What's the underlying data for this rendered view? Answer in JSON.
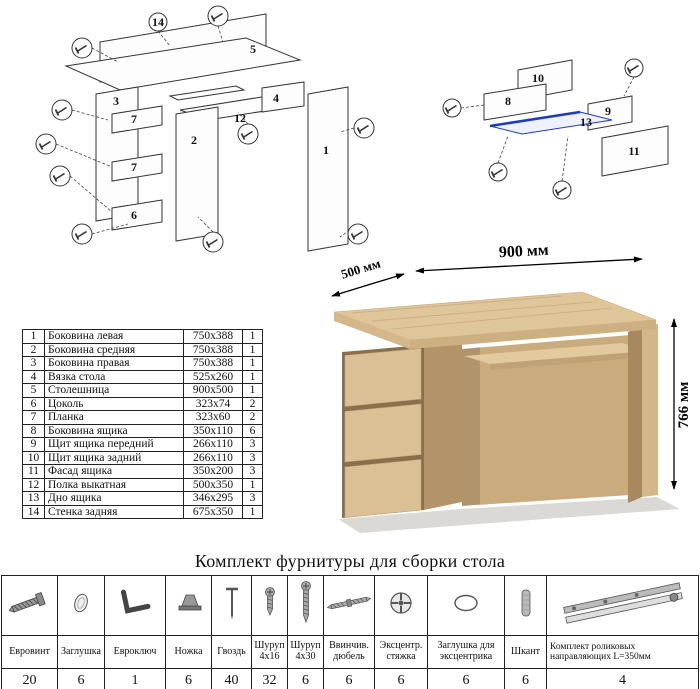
{
  "kit_title": "Комплект фурнитуры для сборки стола",
  "desk": {
    "width": "900 мм",
    "depth": "500 мм",
    "height": "766 мм"
  },
  "diagram_left": {
    "n14": "14",
    "n5": "5",
    "n12": "12",
    "n4": "4",
    "n3": "3",
    "n7a": "7",
    "n7b": "7",
    "n6": "6",
    "n2": "2",
    "n1": "1"
  },
  "diagram_right": {
    "n10": "10",
    "n8": "8",
    "n9": "9",
    "n13": "13",
    "n11": "11"
  },
  "parts": {
    "rows": [
      {
        "n": "1",
        "name": "Боковина левая",
        "size": "750x388",
        "qty": "1"
      },
      {
        "n": "2",
        "name": "Боковина средняя",
        "size": "750x388",
        "qty": "1"
      },
      {
        "n": "3",
        "name": "Боковина правая",
        "size": "750x388",
        "qty": "1"
      },
      {
        "n": "4",
        "name": "Вязка стола",
        "size": "525x260",
        "qty": "1"
      },
      {
        "n": "5",
        "name": "Столешница",
        "size": "900x500",
        "qty": "1"
      },
      {
        "n": "6",
        "name": "Цоколь",
        "size": "323x74",
        "qty": "2"
      },
      {
        "n": "7",
        "name": "Планка",
        "size": "323x60",
        "qty": "2"
      },
      {
        "n": "8",
        "name": "Боковина ящика",
        "size": "350x110",
        "qty": "6"
      },
      {
        "n": "9",
        "name": "Щит ящика передний",
        "size": "266x110",
        "qty": "3"
      },
      {
        "n": "10",
        "name": "Щит ящика задний",
        "size": "266x110",
        "qty": "3"
      },
      {
        "n": "11",
        "name": "Фасад ящика",
        "size": "350x200",
        "qty": "3"
      },
      {
        "n": "12",
        "name": "Полка выкатная",
        "size": "500x350",
        "qty": "1"
      },
      {
        "n": "13",
        "name": "Дно ящика",
        "size": "346x295",
        "qty": "3"
      },
      {
        "n": "14",
        "name": "Стенка задняя",
        "size": "675x350",
        "qty": "1"
      }
    ]
  },
  "hardware": {
    "items": [
      {
        "name": "Евровинт",
        "qty": "20",
        "icon": "confirmat-screw-icon"
      },
      {
        "name": "Заглушка",
        "qty": "6",
        "icon": "cap-icon"
      },
      {
        "name": "Евроключ",
        "qty": "1",
        "icon": "hex-key-icon"
      },
      {
        "name": "Ножка",
        "qty": "6",
        "icon": "foot-icon"
      },
      {
        "name": "Гвоздь",
        "qty": "40",
        "icon": "nail-icon"
      },
      {
        "name": "Шуруп 4х16",
        "qty": "32",
        "icon": "screw-4x16-icon"
      },
      {
        "name": "Шуруп 4х30",
        "qty": "6",
        "icon": "screw-4x30-icon"
      },
      {
        "name": "Ввинчив. дюбель",
        "qty": "6",
        "icon": "dowel-screw-icon"
      },
      {
        "name": "Эксцентр. стяжка",
        "qty": "6",
        "icon": "cam-lock-icon"
      },
      {
        "name": "Заглушка для эксцентрика",
        "qty": "6",
        "icon": "cam-cap-icon"
      },
      {
        "name": "Шкант",
        "qty": "6",
        "icon": "wood-dowel-icon"
      },
      {
        "name": "Комплект роликовых направляющих L=350мм",
        "qty": "4",
        "icon": "drawer-slides-icon"
      }
    ]
  }
}
